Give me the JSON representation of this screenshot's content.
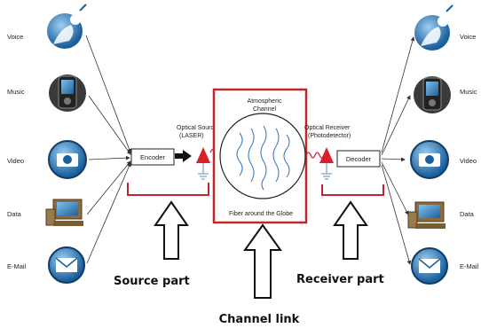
{
  "left_sources": [
    {
      "label": "Voice",
      "icon": "voice-icon"
    },
    {
      "label": "Music",
      "icon": "music-player-icon"
    },
    {
      "label": "Video",
      "icon": "video-camera-icon"
    },
    {
      "label": "Data",
      "icon": "computer-data-icon"
    },
    {
      "label": "E-Mail",
      "icon": "envelope-icon"
    }
  ],
  "right_sinks": [
    {
      "label": "Voice",
      "icon": "voice-icon"
    },
    {
      "label": "Music",
      "icon": "music-player-icon"
    },
    {
      "label": "Video",
      "icon": "video-camera-icon"
    },
    {
      "label": "Data",
      "icon": "computer-data-icon"
    },
    {
      "label": "E-Mail",
      "icon": "envelope-icon"
    }
  ],
  "encoder": {
    "label": "Encoder"
  },
  "decoder": {
    "label": "Decoder"
  },
  "optical_source": {
    "line1": "Optical Source",
    "line2": "(LASER)"
  },
  "optical_receiver": {
    "line1": "Optical Receiver",
    "line2": "(Photodetector)"
  },
  "channel": {
    "line1": "Atmospheric",
    "line2": "Channel",
    "fiber": "Fiber around the Globe"
  },
  "parts": {
    "source": "Source part",
    "receiver": "Receiver part",
    "channel": "Channel link"
  },
  "colors": {
    "channel_border": "#c0262d",
    "laser": "#d8202a",
    "bracket": "#c0262d",
    "icon_blue": "#1f6fb0"
  }
}
